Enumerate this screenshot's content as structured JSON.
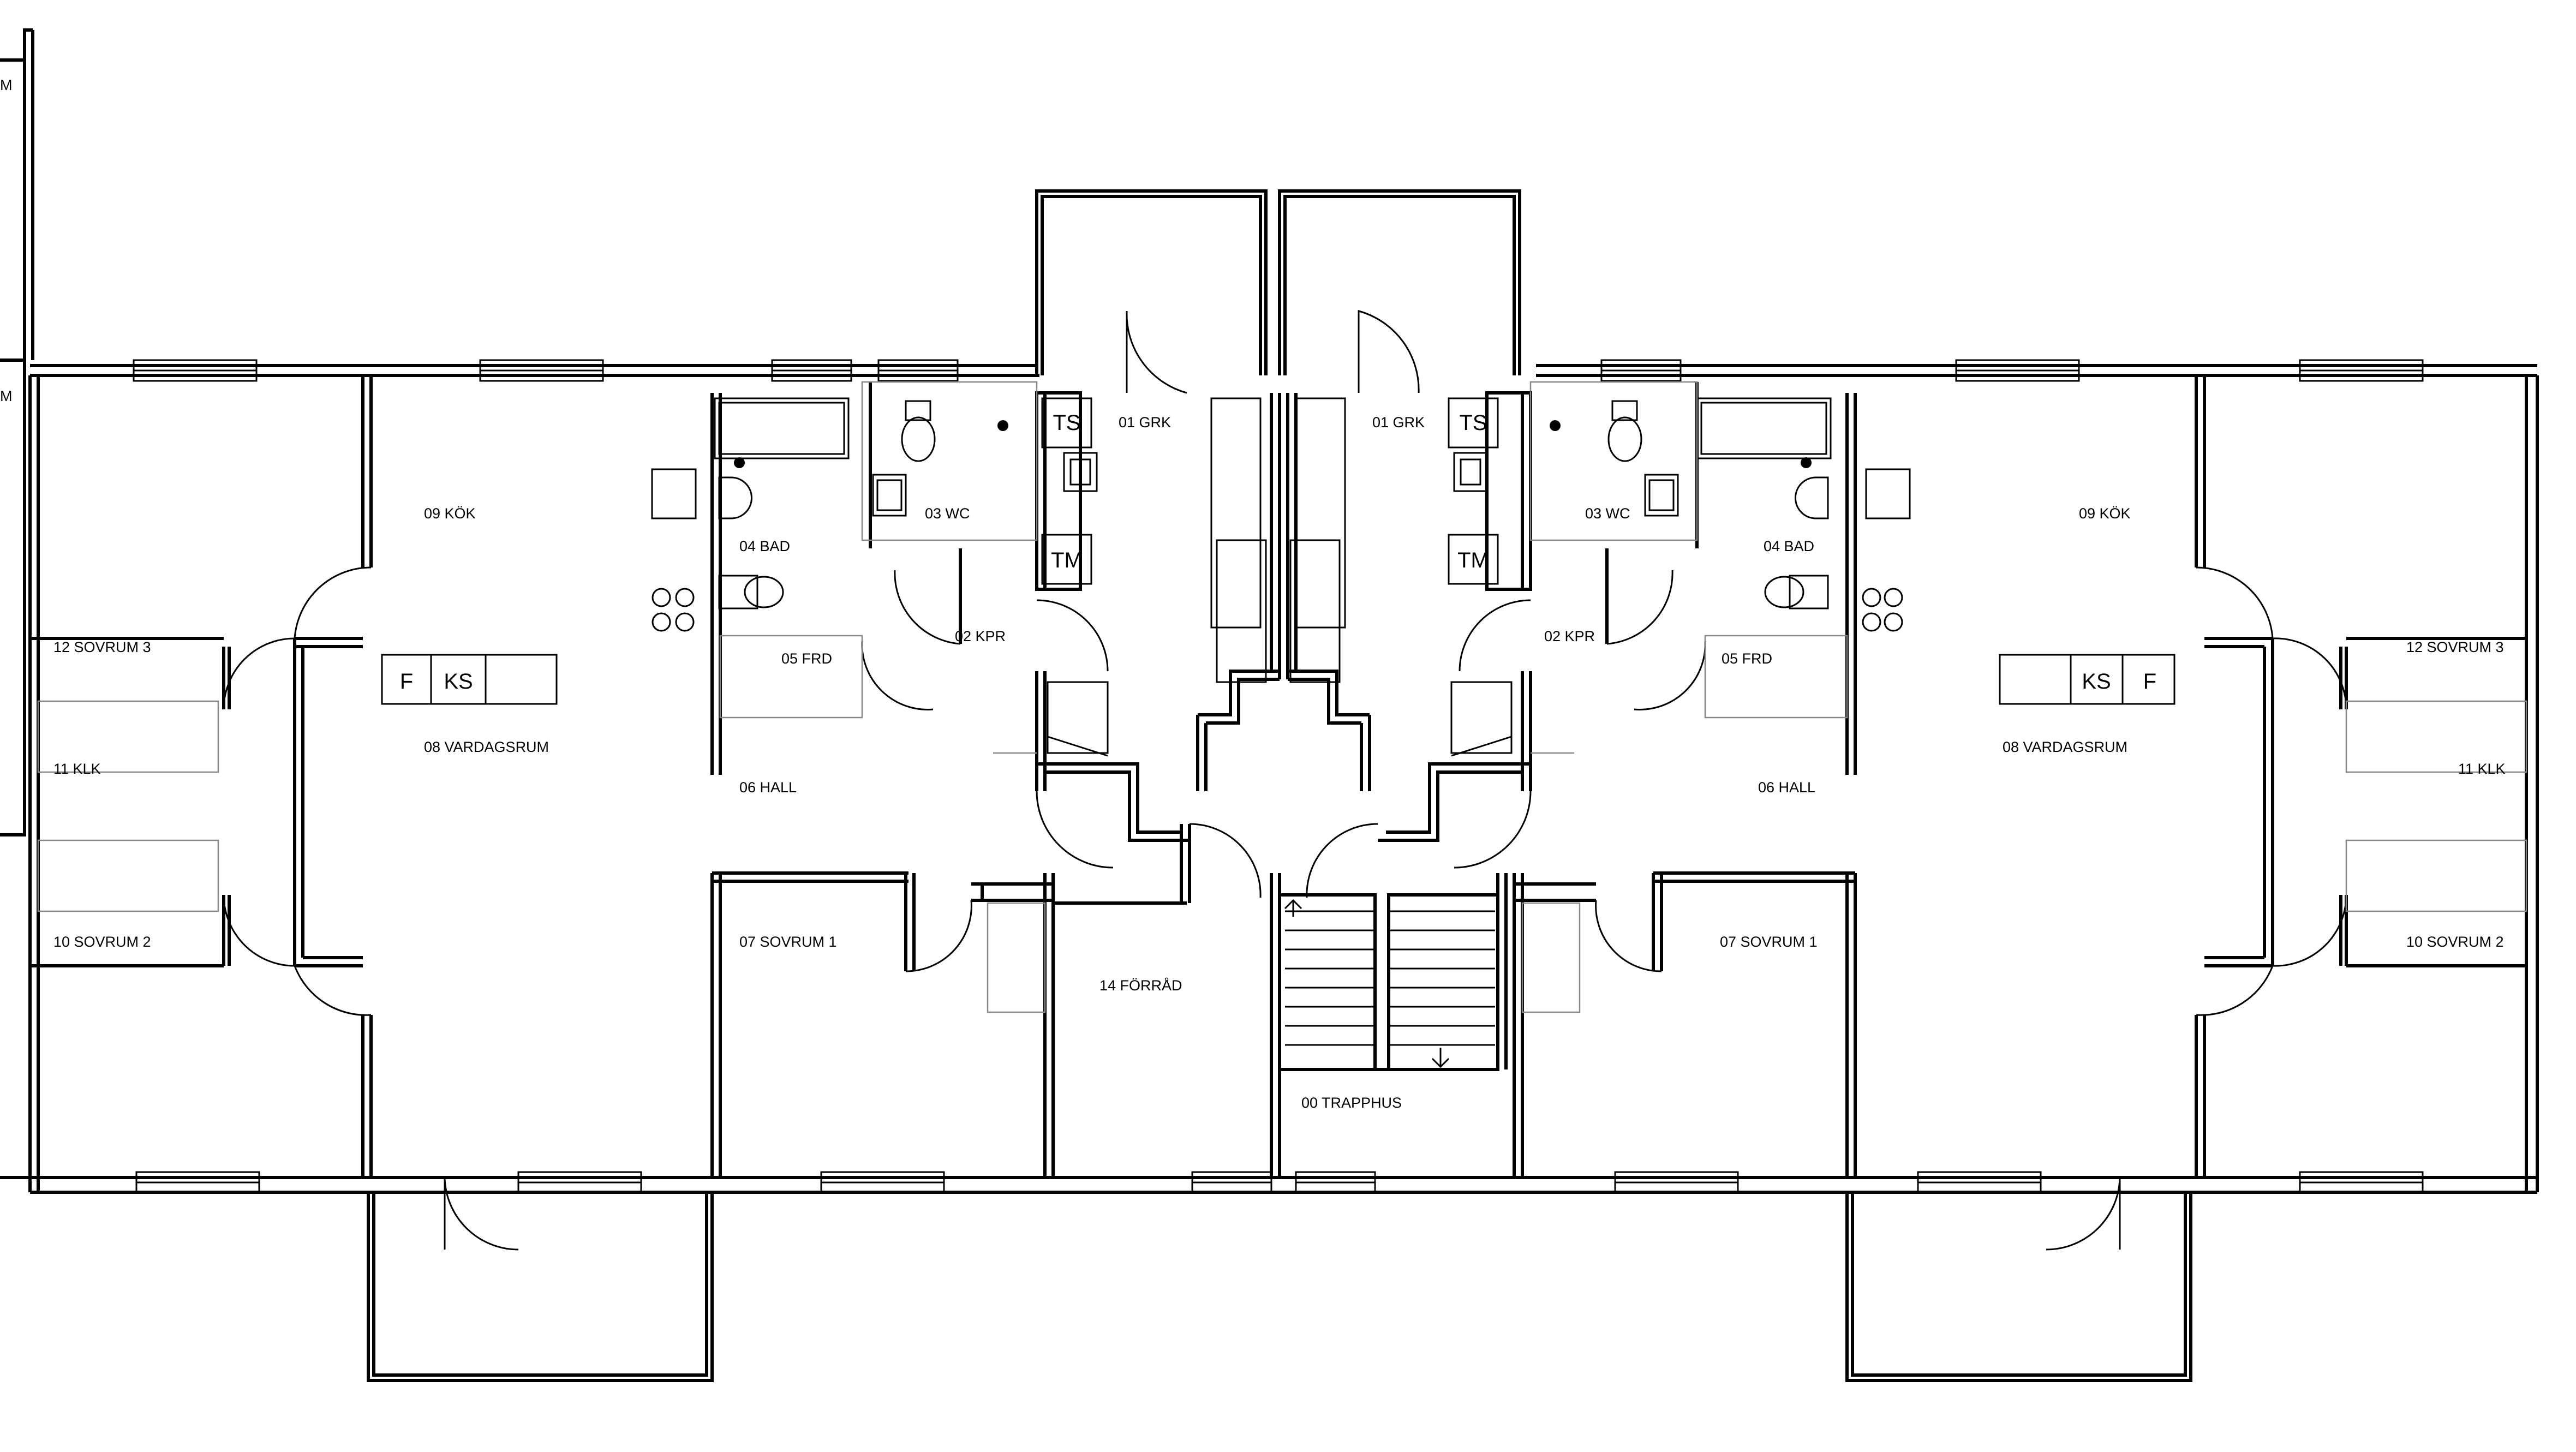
{
  "rooms": {
    "l_grk": "01 GRK",
    "l_kpr": "02 KPR",
    "l_wc": "03 WC",
    "l_bad": "04 BAD",
    "l_frd": "05 FRD",
    "l_hall": "06 HALL",
    "l_sovrum1": "07 SOVRUM 1",
    "l_vardagsrum": "08 VARDAGSRUM",
    "l_kok": "09 KÖK",
    "l_sovrum2": "10 SOVRUM 2",
    "l_klk": "11 KLK",
    "l_sovrum3": "12 SOVRUM 3",
    "forrad": "14 FÖRRÅD",
    "trapphus": "00 TRAPPHUS",
    "r_grk": "01 GRK",
    "r_kpr": "02 KPR",
    "r_wc": "03 WC",
    "r_bad": "04 BAD",
    "r_frd": "05 FRD",
    "r_hall": "06 HALL",
    "r_sovrum1": "07 SOVRUM 1",
    "r_vardagsrum": "08 VARDAGSRUM",
    "r_kok": "09 KÖK",
    "r_sovrum2": "10 SOVRUM 2",
    "r_klk": "11 KLK",
    "r_sovrum3": "12 SOVRUM 3"
  },
  "fixtures": {
    "l_ts": "TS",
    "l_tm": "TM",
    "l_f": "F",
    "l_ks": "KS",
    "r_ts": "TS",
    "r_tm": "TM",
    "r_f": "F",
    "r_ks": "KS"
  },
  "edge_marks": {
    "top": "M",
    "mid": "M"
  }
}
